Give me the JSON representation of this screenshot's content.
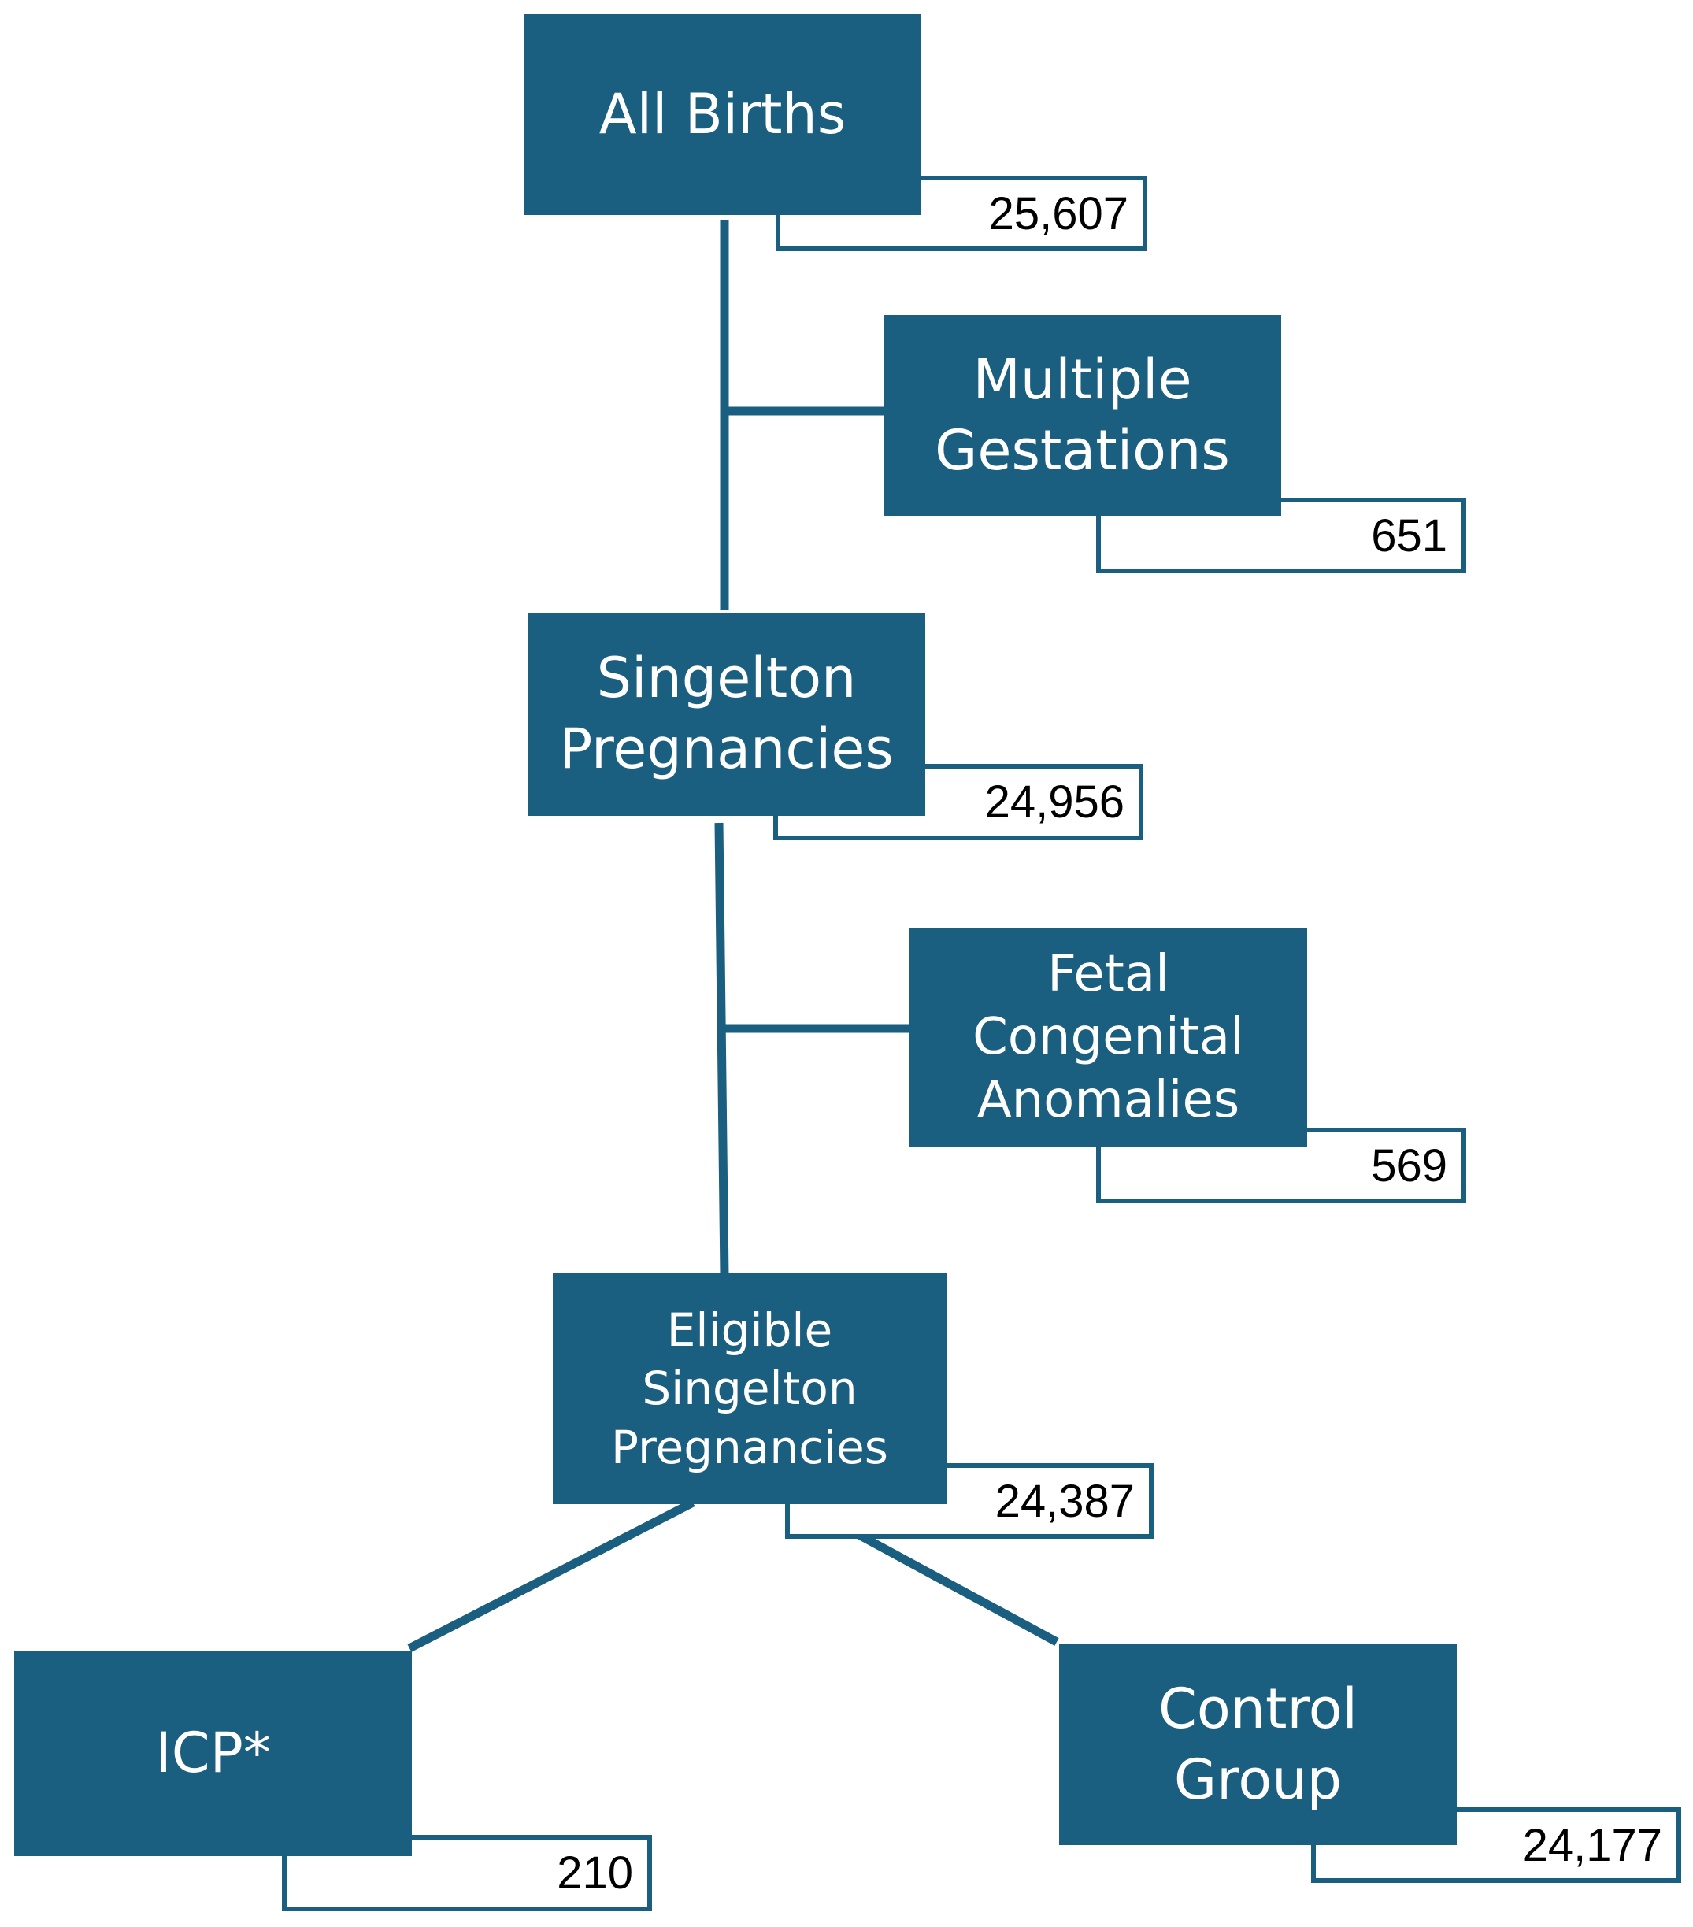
{
  "colors": {
    "node_fill": "#1a5e80",
    "node_text": "#ffffff",
    "connector": "#1a5e80",
    "count_border": "#1a5e80",
    "count_text": "#000000"
  },
  "nodes": {
    "all_births": {
      "label": "All Births",
      "count": "25,607"
    },
    "multiple_gestations": {
      "label": "Multiple\nGestations",
      "count": "651"
    },
    "singleton_pregnancies": {
      "label": "Singelton\nPregnancies",
      "count": "24,956"
    },
    "fetal_congenital_anomalies": {
      "label": "Fetal\nCongenital\nAnomalies",
      "count": "569"
    },
    "eligible_singleton_pregnancies": {
      "label": "Eligible\nSingelton\nPregnancies",
      "count": "24,387"
    },
    "icp": {
      "label": "ICP*",
      "count": "210"
    },
    "control_group": {
      "label": "Control\nGroup",
      "count": "24,177"
    }
  }
}
